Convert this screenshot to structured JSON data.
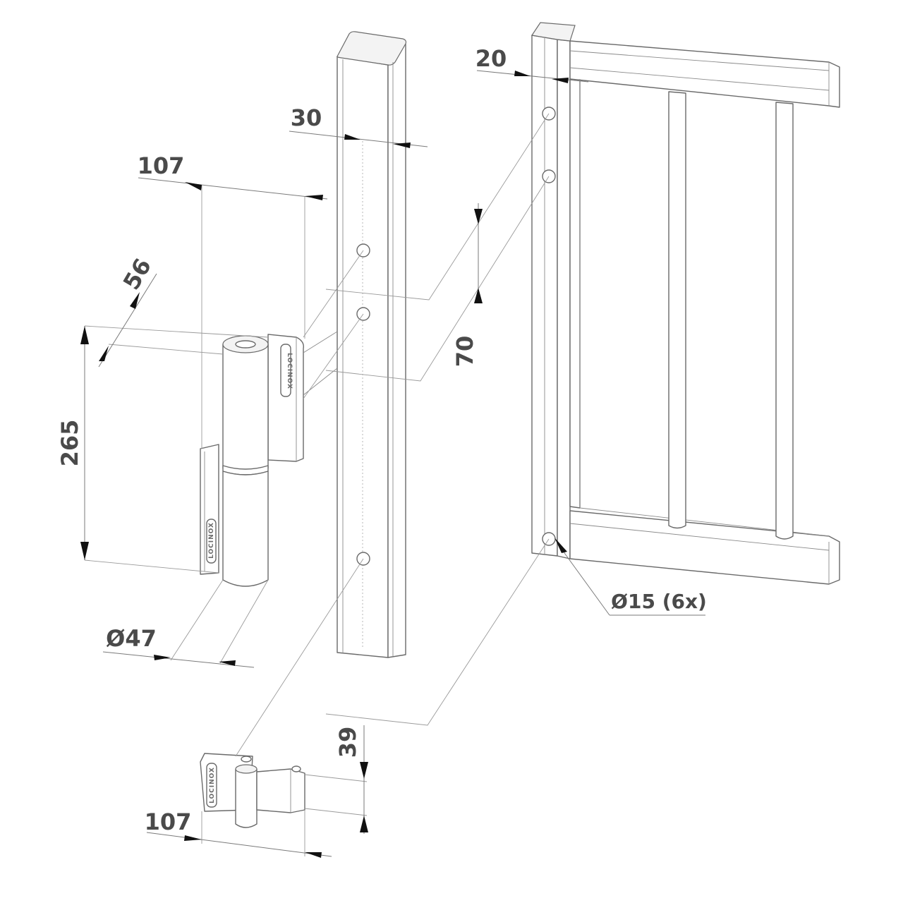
{
  "dimensions": {
    "post_width": "30",
    "gate_frame_offset": "20",
    "upper_hinge_width": "107",
    "upper_hinge_depth": "56",
    "upper_hinge_height": "265",
    "hinge_barrel_diameter": "Ø47",
    "hole_spacing": "70",
    "hole_diameter": "Ø15 (6x)",
    "lower_hinge_height": "39",
    "lower_hinge_width": "107"
  },
  "brand": {
    "upper_hinge_mark": "LOCINOX",
    "lower_hinge_mark": "LOCINOX",
    "bottom_hinge_mark": "LOCINOX"
  },
  "colors": {
    "line": "#6a6a6a",
    "text": "#4a4a4a",
    "arrow": "#111111",
    "background": "#ffffff"
  }
}
